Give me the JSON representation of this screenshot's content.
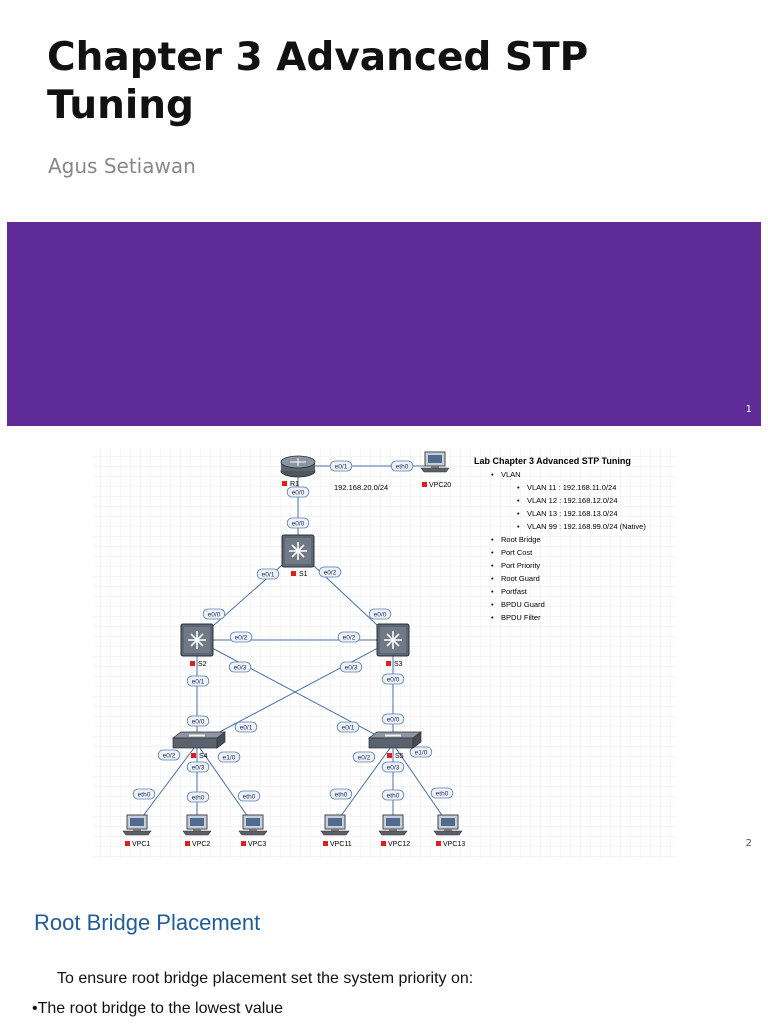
{
  "slide1": {
    "title": "Chapter 3 Advanced STP Tuning",
    "author": "Agus Setiawan",
    "band_color": "#5e2b97",
    "page_number": "1"
  },
  "slide2": {
    "page_number": "2",
    "notes": {
      "title": "Lab Chapter 3 Advanced STP Tuning",
      "vlan_heading": "VLAN",
      "vlans": [
        "VLAN 11 : 192.168.11.0/24",
        "VLAN 12 : 192.168.12.0/24",
        "VLAN 13 : 192.168.13.0/24",
        "VLAN 99 : 192.168.99.0/24 (Native)"
      ],
      "topics": [
        "Root Bridge",
        "Port Cost",
        "Port Priority",
        "Root Guard",
        "Portfast",
        "BPDU Guard",
        "BPDU Filter"
      ]
    },
    "subnet": "192.168.20.0/24",
    "devices": {
      "R1": {
        "label": "R1",
        "icon": "router-icon"
      },
      "VPC20": {
        "label": "VPC20",
        "icon": "pc-icon"
      },
      "S1": {
        "label": "S1",
        "icon": "multilayer-switch-icon"
      },
      "S2": {
        "label": "S2",
        "icon": "multilayer-switch-icon"
      },
      "S3": {
        "label": "S3",
        "icon": "multilayer-switch-icon"
      },
      "S4": {
        "label": "S4",
        "icon": "switch-icon"
      },
      "S5": {
        "label": "S5",
        "icon": "switch-icon"
      },
      "VPC1": {
        "label": "VPC1",
        "icon": "pc-icon"
      },
      "VPC2": {
        "label": "VPC2",
        "icon": "pc-icon"
      },
      "VPC3": {
        "label": "VPC3",
        "icon": "pc-icon"
      },
      "VPC11": {
        "label": "VPC11",
        "icon": "pc-icon"
      },
      "VPC12": {
        "label": "VPC12",
        "icon": "pc-icon"
      },
      "VPC13": {
        "label": "VPC13",
        "icon": "pc-icon"
      }
    },
    "ports": {
      "r1_vpc20": "e0/1",
      "vpc20_r1": "eth0",
      "r1_s1": "e0/0",
      "s1_r1": "e0/0",
      "s1_s2": "e0/1",
      "s2_s1": "e0/0",
      "s1_s3": "e0/2",
      "s3_s1": "e0/0",
      "s2_s3": "e0/2",
      "s3_s2": "e0/2",
      "s2_s5": "e0/3",
      "s5_s2": "e0/1",
      "s3_s4": "e0/3",
      "s4_s3": "e0/1",
      "s2_s4": "e0/1",
      "s4_s2": "e0/0",
      "s3_s5": "e0/1",
      "s5_s3": "e0/0",
      "s4_vpc1": "e0/2",
      "s4_vpc2": "e0/3",
      "s4_vpc3": "e1/0",
      "s5_vpc11": "e0/2",
      "s5_vpc12": "e0/3",
      "s5_vpc13": "e1/0",
      "vpc_eth": "eth0"
    }
  },
  "slide3": {
    "heading": "Root Bridge Placement",
    "line1": "To ensure root bridge placement set the system priority on:",
    "line2": "•The root bridge to the lowest value"
  }
}
